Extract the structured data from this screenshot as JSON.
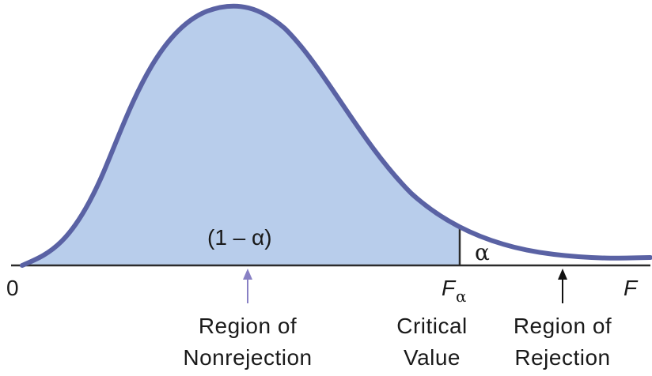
{
  "colors": {
    "curve": "#5a62a4",
    "fill": "#b8cdeb",
    "axis": "#2b2b2b",
    "text": "#1a1a1a",
    "nonrejection_arrow": "#8880c4",
    "rejection_arrow": "#111111"
  },
  "labels": {
    "origin": "0",
    "axis_end": "F",
    "critical_symbol": "F",
    "critical_subscript": "α",
    "area_nonrejection": "(1 – α)",
    "area_rejection": "α"
  },
  "regions": {
    "nonrejection": {
      "line1": "Region of",
      "line2": "Nonrejection"
    },
    "critical": {
      "line1": "Critical",
      "line2": "Value"
    },
    "rejection": {
      "line1": "Region of",
      "line2": "Rejection"
    }
  }
}
